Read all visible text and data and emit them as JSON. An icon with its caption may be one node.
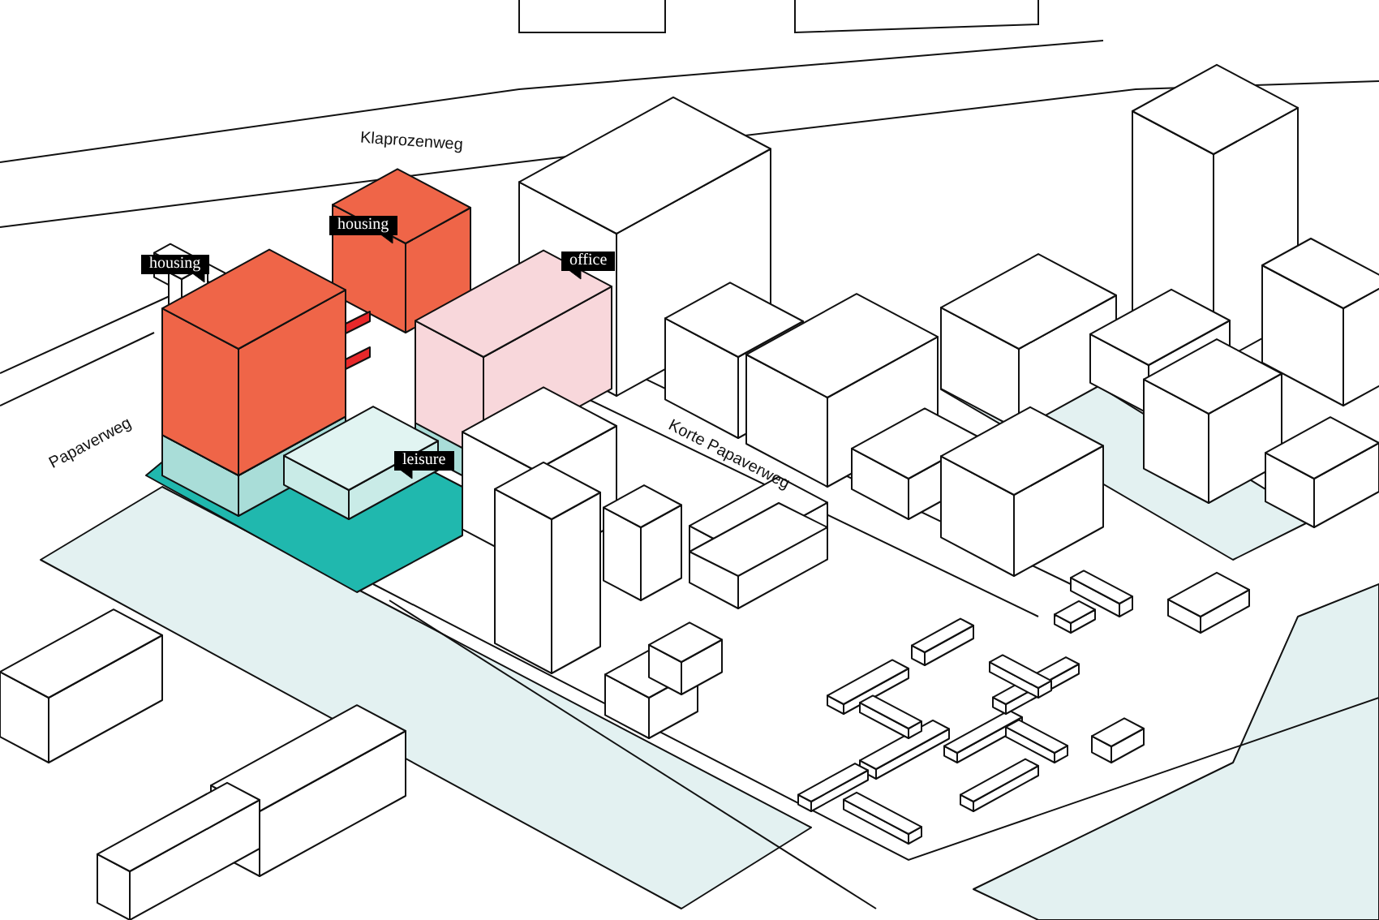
{
  "diagram": {
    "labels": [
      "Klaprozenweg",
      "housing",
      "office",
      "housing",
      "Papaverweg",
      "Korte Papaverweg",
      "leisure"
    ]
  }
}
